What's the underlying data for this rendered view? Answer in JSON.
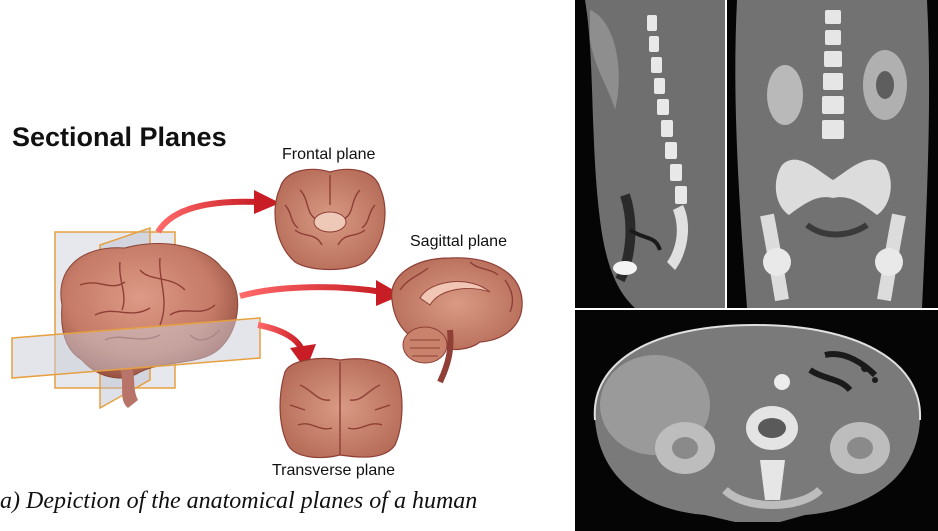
{
  "diagram": {
    "title": "Sectional Planes",
    "planes": {
      "frontal": "Frontal plane",
      "sagittal": "Sagittal plane",
      "transverse": "Transverse plane"
    }
  },
  "caption": "a) Depiction of the anatomical planes of a human",
  "colors": {
    "arrow": "#d9242b",
    "brain_tissue": "#c9826c",
    "brain_dark": "#8f3f35",
    "plane_edge": "#e6a040",
    "ct_background": "#050505"
  },
  "ct_panels": [
    "sagittal-ct",
    "coronal-ct",
    "axial-ct"
  ]
}
